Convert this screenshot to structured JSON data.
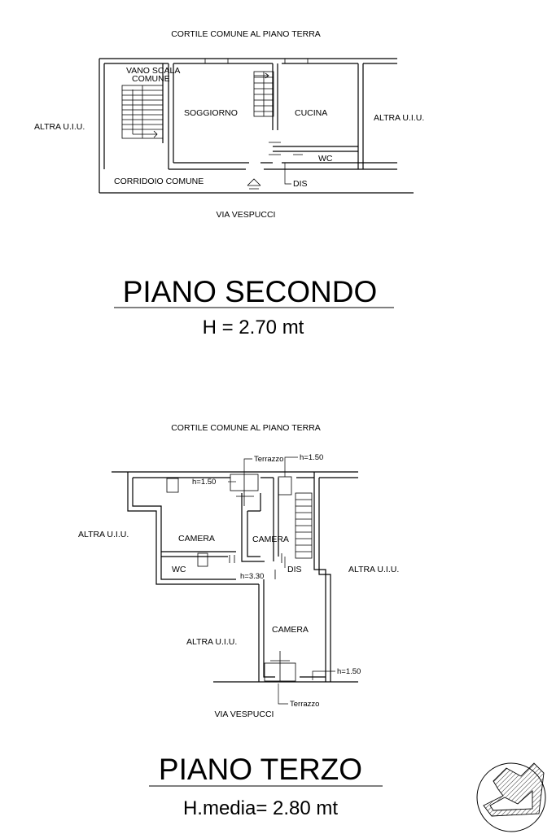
{
  "floor2": {
    "top_label": "CORTILE COMUNE AL PIANO TERRA",
    "vano_line1": "VANO SCALA",
    "vano_line2": "COMUNE",
    "soggiorno": "SOGGIORNO",
    "cucina": "CUCINA",
    "altra_left": "ALTRA U.I.U.",
    "altra_right": "ALTRA U.I.U.",
    "wc": "WC",
    "corridoio": "CORRIDOIO COMUNE",
    "dis": "DIS",
    "via": "VIA VESPUCCI",
    "title": "PIANO SECONDO",
    "height": "H = 2.70 mt"
  },
  "floor3": {
    "top_label": "CORTILE COMUNE AL PIANO TERRA",
    "terrazzo_top": "Terrazzo",
    "h_top_right": "h=1.50",
    "h_top_left": "h=1.50",
    "altra_left": "ALTRA U.I.U.",
    "camera_left": "CAMERA",
    "camera_mid": "CAMERA",
    "altra_right": "ALTRA U.I.U.",
    "wc": "WC",
    "dis": "DIS",
    "h_mid": "h=3.30",
    "altra_bottom": "ALTRA U.I.U.",
    "camera_bottom": "CAMERA",
    "h_bottom": "h=1.50",
    "terrazzo_bottom": "Terrazzo",
    "via": "VIA VESPUCCI",
    "title": "PIANO TERZO",
    "height": "H.media= 2.80 mt"
  }
}
